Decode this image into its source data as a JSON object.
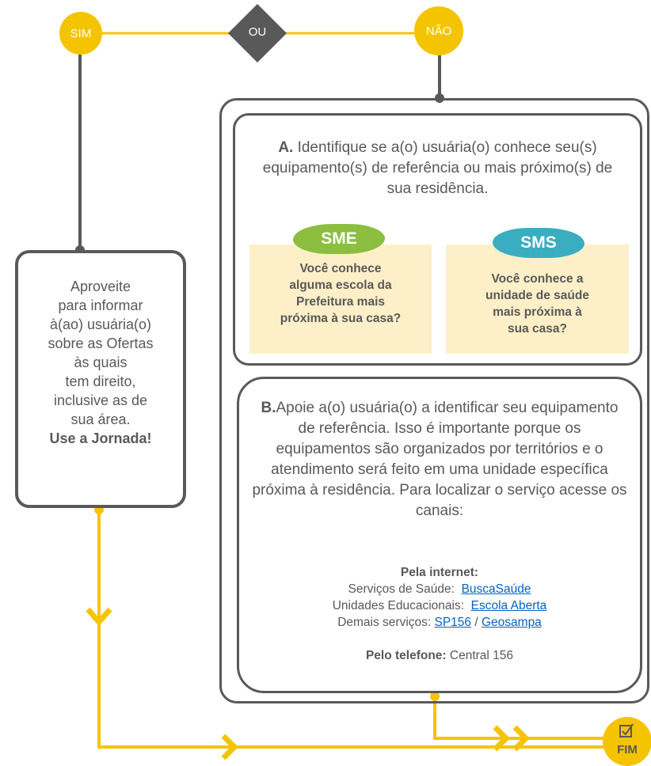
{
  "decision": {
    "yes_label": "SIM",
    "or_label": "OU",
    "no_label": "NÃO"
  },
  "left_box": {
    "line1": "Aproveite",
    "line2": "para informar",
    "line3": "à(ao) usuária(o)",
    "line4": "sobre as Ofertas",
    "line5": "às quais",
    "line6": "tem direito,",
    "line7": "inclusive as de",
    "line8": "sua área.",
    "cta": "Use a Jornada!"
  },
  "step_a": {
    "letter": "A.",
    "text": " Identifique se a(o) usuária(o) conhece seu(s) equipamento(s) de referência ou mais próximo(s) de sua residência.",
    "sme": {
      "badge": "SME",
      "line1": "Você conhece",
      "line2": "alguma escola da",
      "line3": "Prefeitura mais",
      "line4": "próxima à sua casa?"
    },
    "sms": {
      "badge": "SMS",
      "line1": "Você conhece a",
      "line2": "unidade de saúde",
      "line3": "mais próxima à",
      "line4": "sua casa?"
    }
  },
  "step_b": {
    "letter": "B.",
    "text": "Apoie a(o) usuária(o) a identificar seu equipamento de referência. Isso é importante porque os equipamentos são organizados por territórios e o atendimento será feito em uma unidade específica próxima à residência. Para localizar o serviço acesse os canais:",
    "internet_heading": "Pela internet:",
    "health_label": "Serviços de Saúde:",
    "health_link": "BuscaSaúde",
    "edu_label": "Unidades Educacionais:",
    "edu_link": "Escola Aberta",
    "other_label": "Demais serviços:",
    "other_link1": "SP156",
    "separator": "/",
    "other_link2": "Geosampa",
    "phone_heading": "Pelo telefone:",
    "phone_value": "Central 156"
  },
  "end": {
    "label": "FIM",
    "icon": "checkbox-check-icon"
  },
  "colors": {
    "yellow": "#f5c400",
    "gray": "#595959",
    "cream": "#fdf0c8",
    "sme_green": "#8cbe3f",
    "sms_teal": "#3aaec0",
    "link_blue": "#0563c1"
  }
}
